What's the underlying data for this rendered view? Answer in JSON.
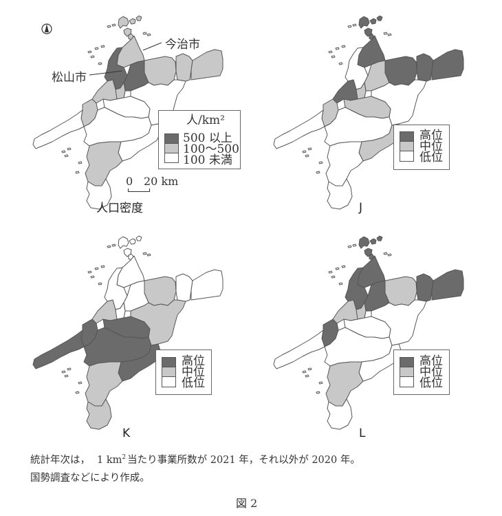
{
  "figure": {
    "title": "図 2",
    "notes": [
      "統計年次は，1 km² 当たり事業所数が 2021 年，それ以外が 2020 年。",
      "国勢調査などにより作成。"
    ]
  },
  "maps": [
    {
      "id": "density",
      "caption": "人口密度",
      "legend": {
        "unit": "人/km²",
        "items": [
          {
            "label": "500 以上",
            "class": "high"
          },
          {
            "label": "100～500",
            "class": "mid"
          },
          {
            "label": "100 未満",
            "class": "low"
          }
        ]
      },
      "scale": {
        "zero": "0",
        "label": "20 km"
      },
      "callouts": {
        "imabari": "今治市",
        "matsuyama": "松山市"
      },
      "regions": {
        "islands": "mid",
        "imabari": "mid",
        "matsuyama": "high",
        "saijo": "mid",
        "niihama": "mid",
        "shikokuchuo": "mid",
        "toon": "high",
        "iyo": "mid",
        "tobe": "mid",
        "kumakogen": "low",
        "uchiko": "low",
        "ozu": "mid",
        "peninsula": "low",
        "seiyo": "low",
        "uwajima": "mid",
        "kihoku": "low",
        "ainan": "low"
      }
    },
    {
      "id": "J",
      "caption": "J",
      "legend": {
        "items": [
          {
            "label": "高位",
            "class": "high"
          },
          {
            "label": "中位",
            "class": "mid"
          },
          {
            "label": "低位",
            "class": "low"
          }
        ]
      },
      "regions": {
        "islands": "high",
        "imabari": "high",
        "matsuyama": "low",
        "saijo": "high",
        "niihama": "high",
        "shikokuchuo": "high",
        "toon": "mid",
        "iyo": "high",
        "tobe": "mid",
        "kumakogen": "low",
        "uchiko": "mid",
        "ozu": "mid",
        "peninsula": "low",
        "seiyo": "low",
        "uwajima": "low",
        "kihoku": "mid",
        "ainan": "low",
        "ozu_main": "mid"
      }
    },
    {
      "id": "K",
      "caption": "K",
      "legend": {
        "items": [
          {
            "label": "高位",
            "class": "high"
          },
          {
            "label": "中位",
            "class": "mid"
          },
          {
            "label": "低位",
            "class": "low"
          }
        ]
      },
      "regions": {
        "islands": "low",
        "imabari": "low",
        "matsuyama": "low",
        "saijo": "mid",
        "niihama": "low",
        "shikokuchuo": "low",
        "toon": "low",
        "iyo": "mid",
        "tobe": "low",
        "kumakogen": "mid",
        "uchiko": "high",
        "ozu": "high",
        "peninsula": "high",
        "seiyo": "high",
        "uwajima": "mid",
        "kihoku": "high",
        "ainan": "mid",
        "ozu_main": "high"
      }
    },
    {
      "id": "L",
      "caption": "L",
      "legend": {
        "items": [
          {
            "label": "高位",
            "class": "high"
          },
          {
            "label": "中位",
            "class": "mid"
          },
          {
            "label": "低位",
            "class": "low"
          }
        ]
      },
      "regions": {
        "islands": "high",
        "imabari": "high",
        "matsuyama": "high",
        "saijo": "mid",
        "niihama": "high",
        "shikokuchuo": "high",
        "toon": "high",
        "iyo": "mid",
        "tobe": "mid",
        "kumakogen": "low",
        "uchiko": "low",
        "ozu": "high",
        "peninsula": "low",
        "seiyo": "low",
        "uwajima": "mid",
        "kihoku": "low",
        "ainan": "low",
        "ozu_main": "mid"
      }
    }
  ],
  "colors": {
    "high": "#6b6b6b",
    "mid": "#c8c8c8",
    "low": "#ffffff",
    "border": "#555555"
  }
}
